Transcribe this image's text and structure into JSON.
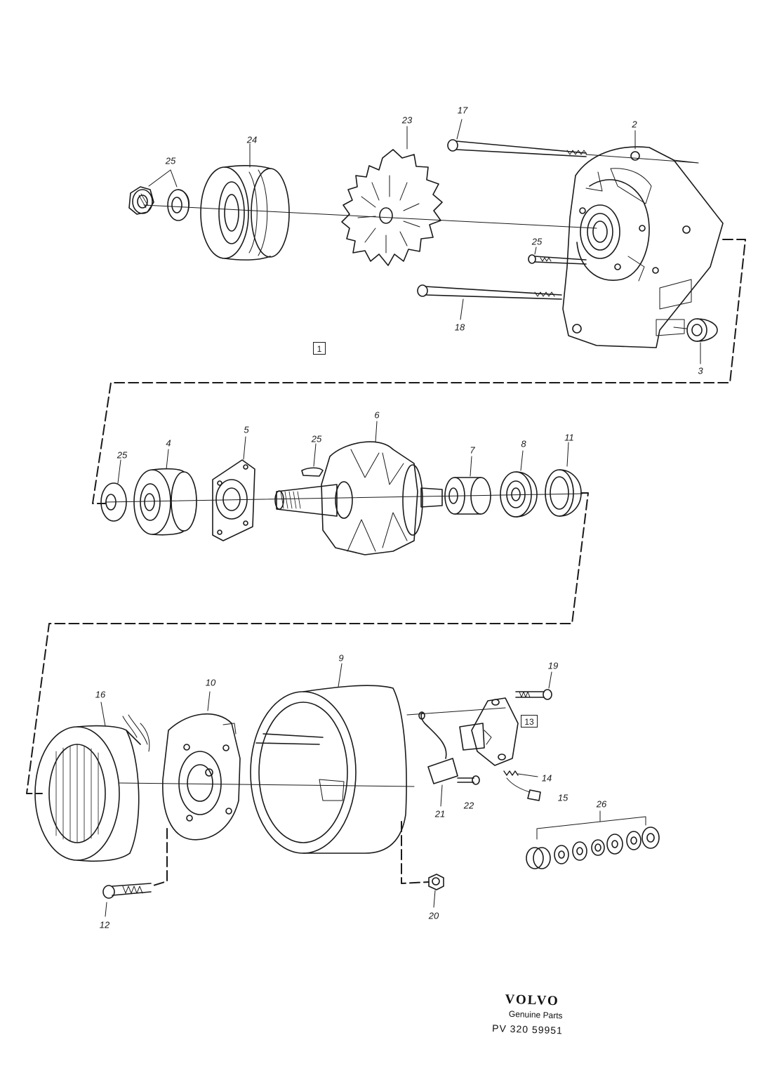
{
  "figure": {
    "group_labels": [
      {
        "id": "group-1",
        "text": "1"
      },
      {
        "id": "group-13",
        "text": "13"
      }
    ],
    "callouts": [
      {
        "id": "callout-17",
        "text": "17"
      },
      {
        "id": "callout-23",
        "text": "23"
      },
      {
        "id": "callout-2",
        "text": "2"
      },
      {
        "id": "callout-24",
        "text": "24"
      },
      {
        "id": "callout-25-top",
        "text": "25"
      },
      {
        "id": "callout-25-bolt",
        "text": "25"
      },
      {
        "id": "callout-18",
        "text": "18"
      },
      {
        "id": "callout-3",
        "text": "3"
      },
      {
        "id": "callout-6",
        "text": "6"
      },
      {
        "id": "callout-25-key",
        "text": "25"
      },
      {
        "id": "callout-5",
        "text": "5"
      },
      {
        "id": "callout-4",
        "text": "4"
      },
      {
        "id": "callout-25-washer",
        "text": "25"
      },
      {
        "id": "callout-7",
        "text": "7"
      },
      {
        "id": "callout-8",
        "text": "8"
      },
      {
        "id": "callout-11",
        "text": "11"
      },
      {
        "id": "callout-9",
        "text": "9"
      },
      {
        "id": "callout-19",
        "text": "19"
      },
      {
        "id": "callout-10",
        "text": "10"
      },
      {
        "id": "callout-16",
        "text": "16"
      },
      {
        "id": "callout-14",
        "text": "14"
      },
      {
        "id": "callout-15",
        "text": "15"
      },
      {
        "id": "callout-21",
        "text": "21"
      },
      {
        "id": "callout-22",
        "text": "22"
      },
      {
        "id": "callout-26",
        "text": "26"
      },
      {
        "id": "callout-12",
        "text": "12"
      },
      {
        "id": "callout-20",
        "text": "20"
      }
    ]
  },
  "brand": {
    "name": "VOLVO",
    "tagline": "Genuine Parts",
    "part_code": "PV 320 59951"
  }
}
